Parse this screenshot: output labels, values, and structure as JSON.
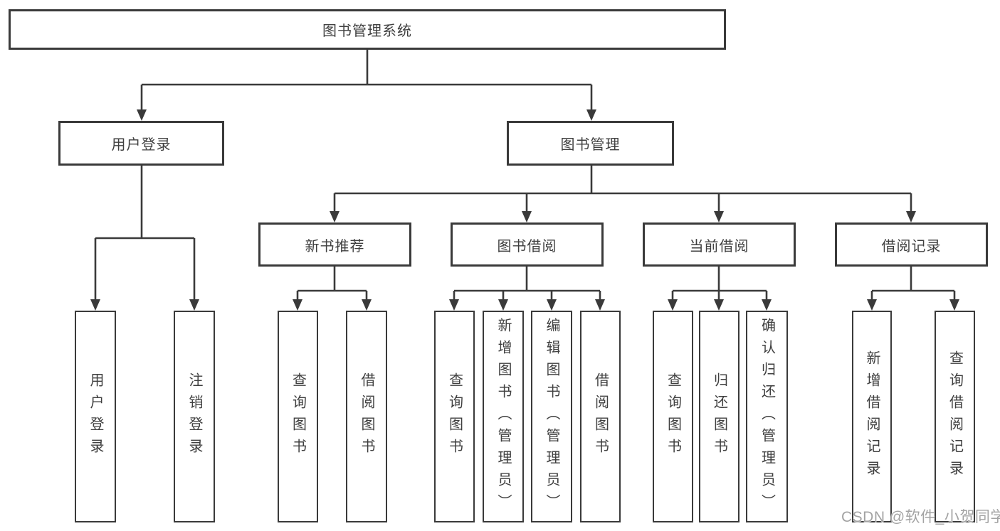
{
  "diagram": {
    "title": "图书管理系统",
    "tree": {
      "label": "图书管理系统",
      "children": [
        {
          "label": "用户登录",
          "children": [
            {
              "label": "用户登录"
            },
            {
              "label": "注销登录"
            }
          ]
        },
        {
          "label": "图书管理",
          "children": [
            {
              "label": "新书推荐",
              "children": [
                {
                  "label": "查询图书"
                },
                {
                  "label": "借阅图书"
                }
              ]
            },
            {
              "label": "图书借阅",
              "children": [
                {
                  "label": "查询图书"
                },
                {
                  "label": "新增图书（管理员）"
                },
                {
                  "label": "编辑图书（管理员）"
                },
                {
                  "label": "借阅图书"
                }
              ]
            },
            {
              "label": "当前借阅",
              "children": [
                {
                  "label": "查询图书"
                },
                {
                  "label": "归还图书"
                },
                {
                  "label": "确认归还（管理员）"
                }
              ]
            },
            {
              "label": "借阅记录",
              "children": [
                {
                  "label": "新增借阅记录"
                },
                {
                  "label": "查询借阅记录"
                }
              ]
            }
          ]
        }
      ]
    }
  },
  "watermark": {
    "text": "CSDN @软件_小贺同学"
  },
  "colors": {
    "line": "#3a3a3a",
    "text": "#3f3f3f",
    "box-bg": "#ffffff",
    "background": "#ffffff",
    "watermark": "#a3a3a3"
  }
}
